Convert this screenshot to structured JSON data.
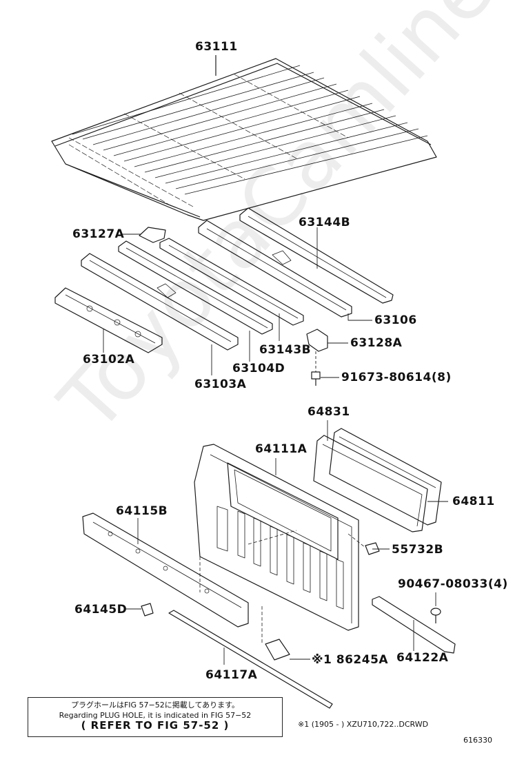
{
  "labels": {
    "p63111": "63111",
    "p63127A": "63127A",
    "p63144B": "63144B",
    "p63106": "63106",
    "p63128A": "63128A",
    "p63102A": "63102A",
    "p63143B": "63143B",
    "p63104D": "63104D",
    "p63103A": "63103A",
    "p91673": "91673-80614(8)",
    "p64831": "64831",
    "p64111A": "64111A",
    "p64811": "64811",
    "p64115B": "64115B",
    "p55732B": "55732B",
    "p90467": "90467-08033(4)",
    "p64145D": "64145D",
    "p86245A": "※1 86245A",
    "p64122A": "64122A",
    "p64117A": "64117A"
  },
  "note": {
    "line1": "プラグホールはFIG 57−52に掲載してあります。",
    "line2": "Regarding PLUG HOLE, it is indicated in FIG 57−52",
    "line3": "( REFER TO FIG 57-52 )"
  },
  "footnote": "※1 (1905 -        ) XZU710,722..DCRWD",
  "figure_id": "616330",
  "watermark": "ToyotaCamline.ru",
  "colors": {
    "line": "#1a1a1a",
    "watermark": "#bdbdbd"
  }
}
